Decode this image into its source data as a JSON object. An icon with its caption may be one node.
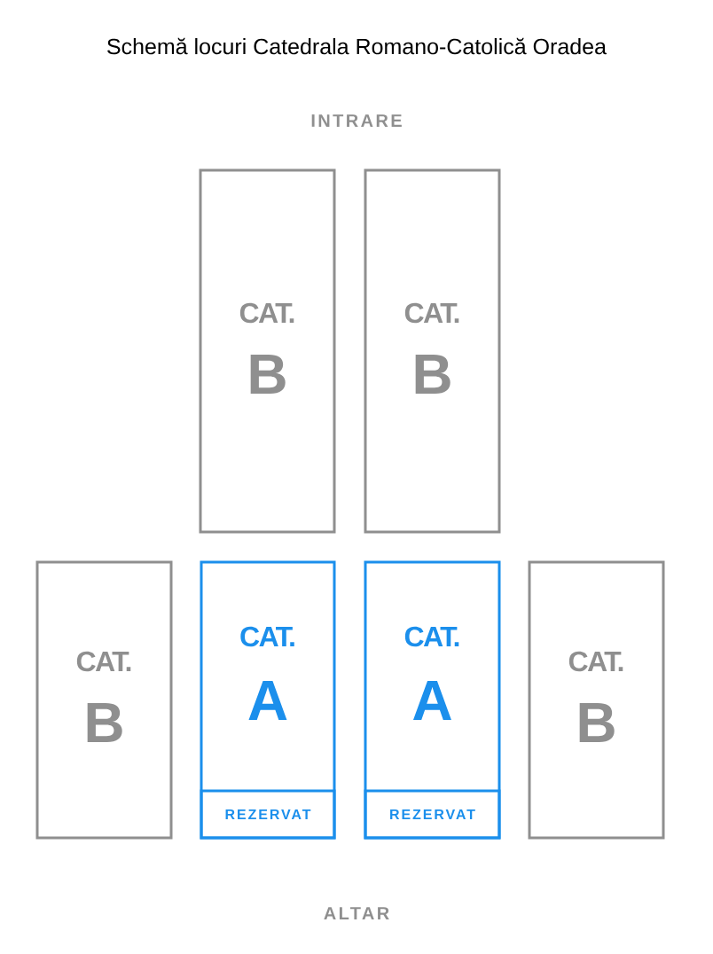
{
  "diagram": {
    "title": "Schemă locuri Catedrala Romano-Catolică Oradea",
    "nodes": [
      {
        "text": [
          "CAT.",
          "B"
        ]
      },
      {
        "text": [
          "CAT.",
          "B"
        ]
      },
      {
        "text": [
          "CAT.",
          "B"
        ]
      },
      {
        "text": [
          "CAT.",
          "A"
        ]
      },
      {
        "text": [
          "REZERVAT"
        ],
        "in": 3
      },
      {
        "text": [
          "CAT.",
          "A"
        ]
      },
      {
        "text": [
          "REZERVAT"
        ],
        "in": 5
      },
      {
        "text": [
          "CAT.",
          "B"
        ]
      }
    ],
    "labels": [
      "INTRARE",
      "ALTAR"
    ]
  }
}
